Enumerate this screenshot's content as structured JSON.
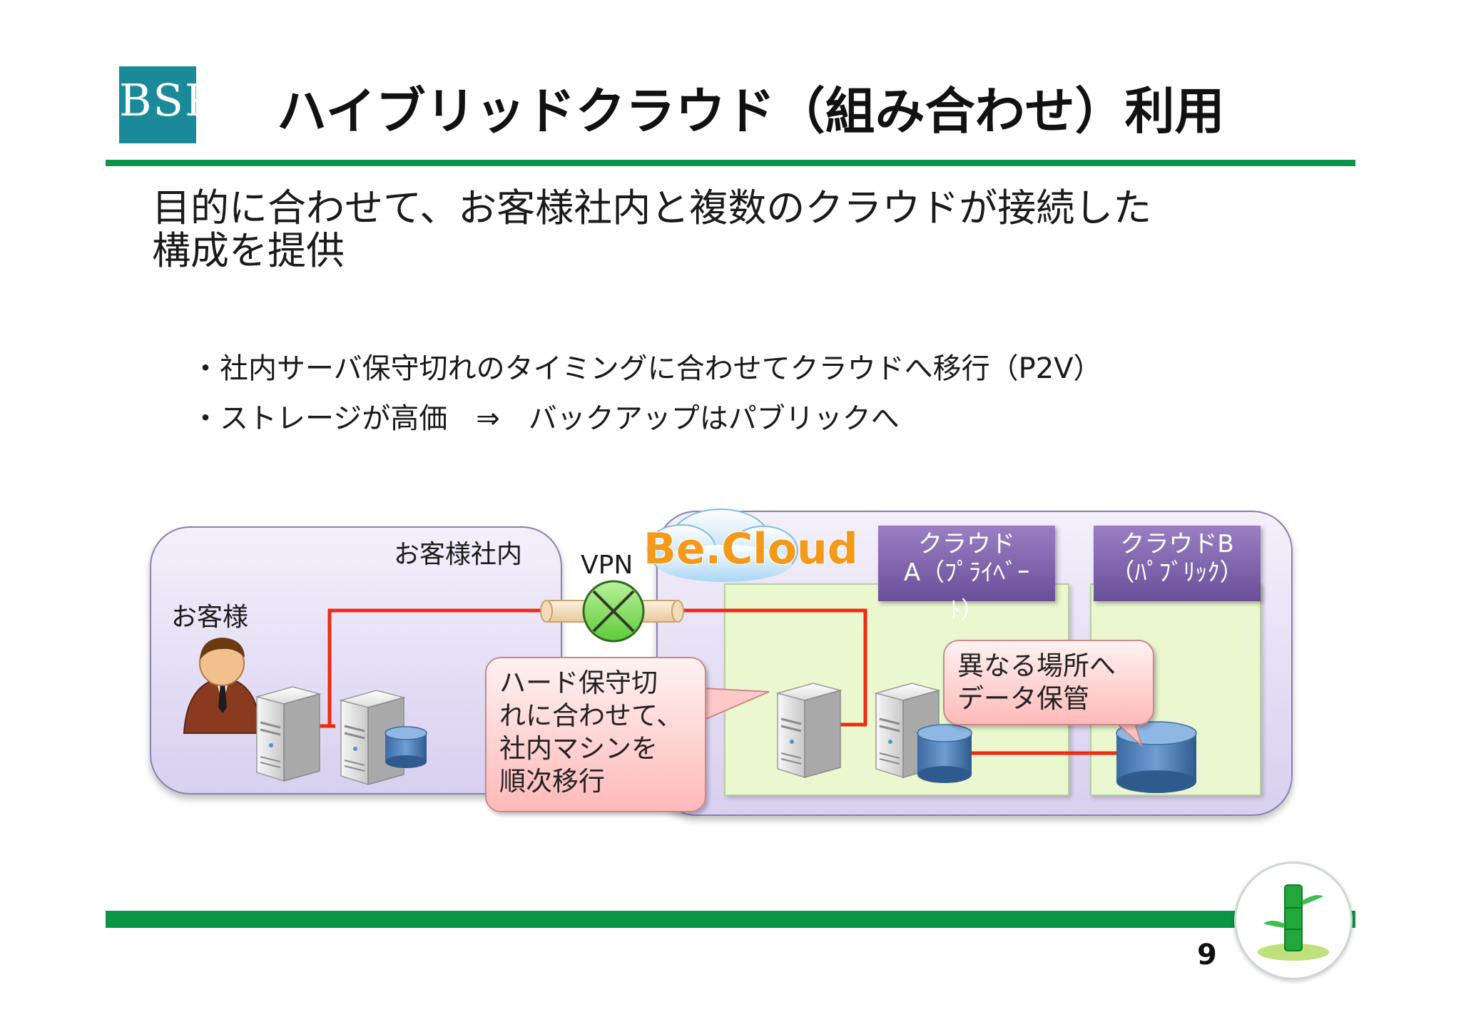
{
  "header": {
    "logo_text": "BSP",
    "title": "ハイブリッドクラウド（組み合わせ）利用"
  },
  "subtitle_lines": [
    "目的に合わせて、お客様社内と複数のクラウドが接続した",
    "構成を提供"
  ],
  "bullets": [
    "・社内サーバ保守切れのタイミングに合わせてクラウドへ移行（P2V）",
    "・ストレージが高価　⇒　バックアップはパブリックへ"
  ],
  "diagram": {
    "onprem_label": "お客様社内",
    "customer_label": "お客様",
    "vpn_label": "VPN",
    "brand_label": "Be.Cloud",
    "cloud_a_lines": [
      "クラウド",
      "A（ﾌﾟﾗｲﾍﾞｰ",
      "ﾄ）"
    ],
    "cloud_b_lines": [
      "クラウドB",
      "（ﾊﾟﾌﾞﾘｯｸ）"
    ],
    "callout_migration_lines": [
      "ハード保守切",
      "れに合わせて、",
      "社内マシンを",
      "順次移行"
    ],
    "callout_storage_lines": [
      "異なる場所へ",
      "データ保管"
    ],
    "colors": {
      "connection_line": "#f02a10",
      "region_fill": "#e2d9f3",
      "cloud_zone_fill": "#eaf7cf",
      "callout_fill": "#ffc9c9",
      "cloud_label_fill": "#7d5fae",
      "brand_orange": "#f39a1a"
    }
  },
  "footer": {
    "page_number": "9"
  },
  "colors": {
    "accent_green": "#0a9447",
    "logo_teal": "#1a8a9a"
  }
}
